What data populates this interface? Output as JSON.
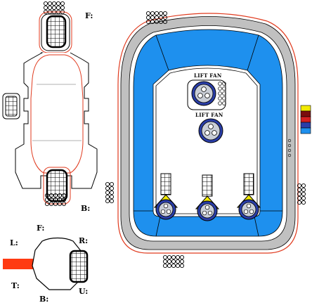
{
  "labels": {
    "top_front": "F:",
    "bottom_base": "B:",
    "bottom_front": "F:",
    "detail_left": "L:",
    "detail_right": "R:",
    "detail_top": "T:",
    "detail_under": "U:",
    "detail_base": "B:"
  },
  "lift_fans": [
    {
      "label": "LIFT FAN"
    },
    {
      "label": "LIFT FAN"
    }
  ],
  "thrust_fan_count": 3,
  "colors": {
    "skirt_blue": "#1e90ee",
    "fan_blue": "#2a3ea8",
    "fan_hub": "#c8cdd6",
    "deck_gray": "#c0c0c0",
    "outline_red": "#e03a1e",
    "duct_yellow": "#f2ea00",
    "tow_orange": "#ff3a12"
  },
  "legend_swatches": [
    "#f2ea00",
    "#7a0e0e",
    "#d42020",
    "#2a3ea8",
    "#1e90ee"
  ]
}
